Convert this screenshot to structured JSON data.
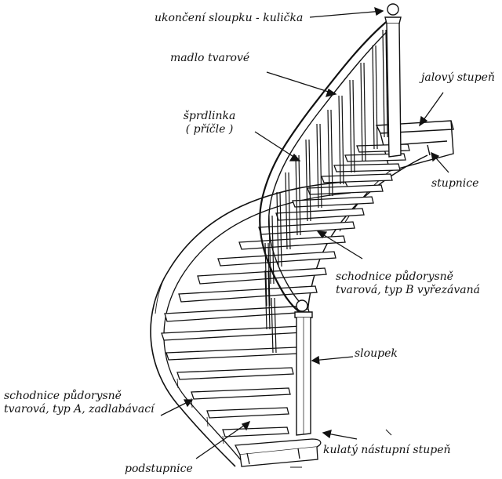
{
  "colors": {
    "ink": "#111111",
    "paper": "#ffffff"
  },
  "labels": {
    "finial": "ukončení sloupku - kulička",
    "handrail": "madlo tvarové",
    "baluster_1": "šprdlinka",
    "baluster_2": "( příčle )",
    "winder": "jalový stupeň",
    "tread": "stupnice",
    "stringer_b_1": "schodnice půdorysně",
    "stringer_b_2": "tvarová, typ B vyřezávaná",
    "newel": "sloupek",
    "stringer_a_1": "schodnice půdorysně",
    "stringer_a_2": "tvarová, typ A, zadlabávací",
    "round_step": "kulatý nástupní stupeň",
    "riser": "podstupnice"
  }
}
